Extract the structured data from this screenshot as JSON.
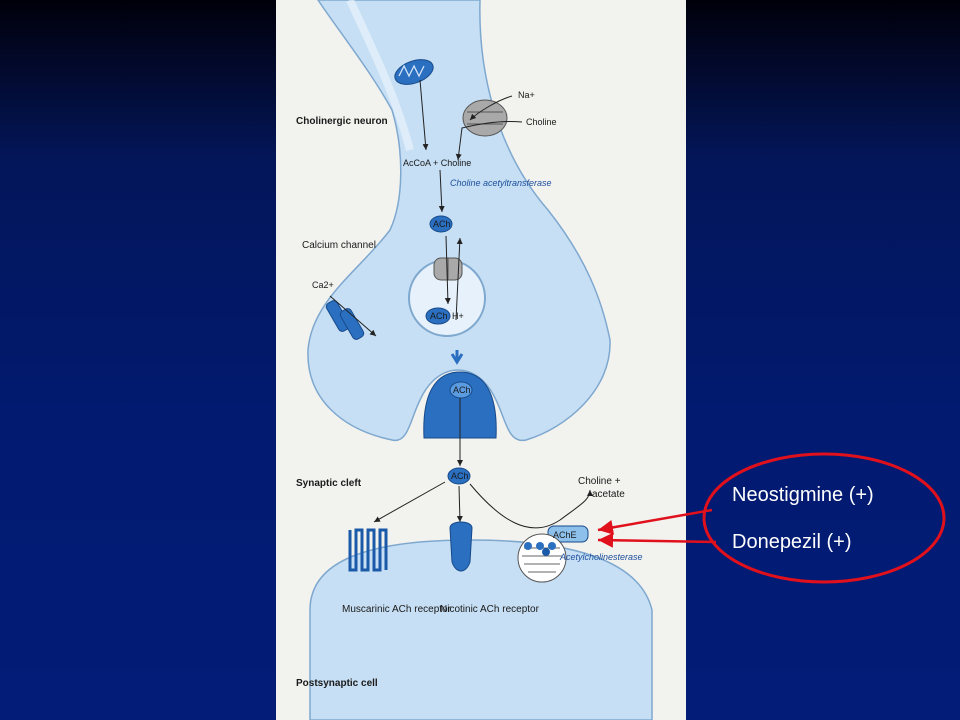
{
  "figure": {
    "cholinergic_neuron": "Cholinergic neuron",
    "na": "Na+",
    "choline_transporter": "Choline",
    "acetyl_coa_plus_choline": "AcCoA + Choline",
    "enzyme_cat": "Choline acetyltransferase",
    "ach": "ACh",
    "h_plus": "H+",
    "calcium_channel": "Calcium channel",
    "ca": "Ca2+",
    "synaptic_cleft": "Synaptic cleft",
    "choline_acetate_line1": "Choline +",
    "choline_acetate_line2": "acetate",
    "ache": "AChE",
    "ache_label": "Acetylcholinesterase",
    "muscarinic": "Muscarinic ACh receptor",
    "nicotinic": "Nicotinic ACh receptor",
    "postsynaptic": "Postsynaptic cell"
  },
  "annotation": {
    "drug1": "Neostigmine (+)",
    "drug2": "Donepezil (+)",
    "ellipse_color": "#e0101c",
    "text_color": "#ffffff"
  }
}
